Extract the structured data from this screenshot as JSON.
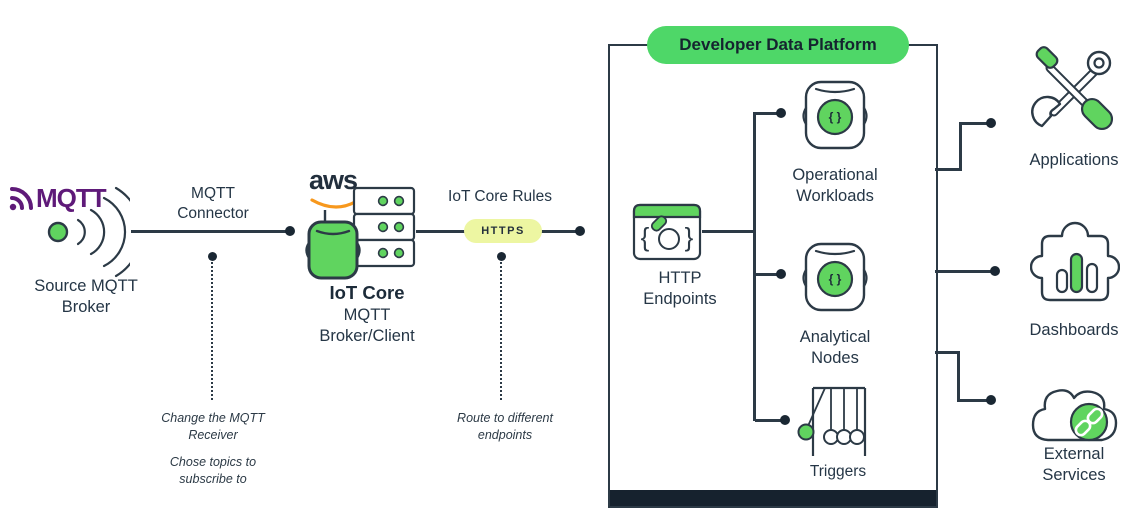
{
  "colors": {
    "brand_green": "#4ed768",
    "icon_green": "#60d45f",
    "pale_yellow_green": "#edf6a2",
    "navy_dark": "#16222e",
    "line_dark": "#2c3a46",
    "mqtt_purple": "#5f1a79",
    "aws_orange": "#f7981d"
  },
  "left": {
    "logo_text": "MQTT",
    "source_label": "Source MQTT\nBroker"
  },
  "connector": {
    "label": "MQTT\nConnector",
    "note_receiver": "Change the MQTT\nReceiver",
    "note_topics": "Chose topics to\nsubscribe to"
  },
  "aws": {
    "logo_text": "aws",
    "title": "IoT Core",
    "subtitle": "MQTT\nBroker/Client"
  },
  "rules": {
    "label": "IoT Core Rules",
    "badge": "HTTPS",
    "note": "Route to different\nendpoints"
  },
  "platform": {
    "title": "Developer Data Platform",
    "http_endpoints_label": "HTTP\nEndpoints",
    "operational_label": "Operational\nWorkloads",
    "analytical_label": "Analytical\nNodes",
    "triggers_label": "Triggers"
  },
  "destinations": {
    "applications": "Applications",
    "dashboards": "Dashboards",
    "external": "External\nServices"
  },
  "glyphs": {
    "brace_left": "{",
    "brace_right": "}",
    "node_braces": "{ }"
  }
}
